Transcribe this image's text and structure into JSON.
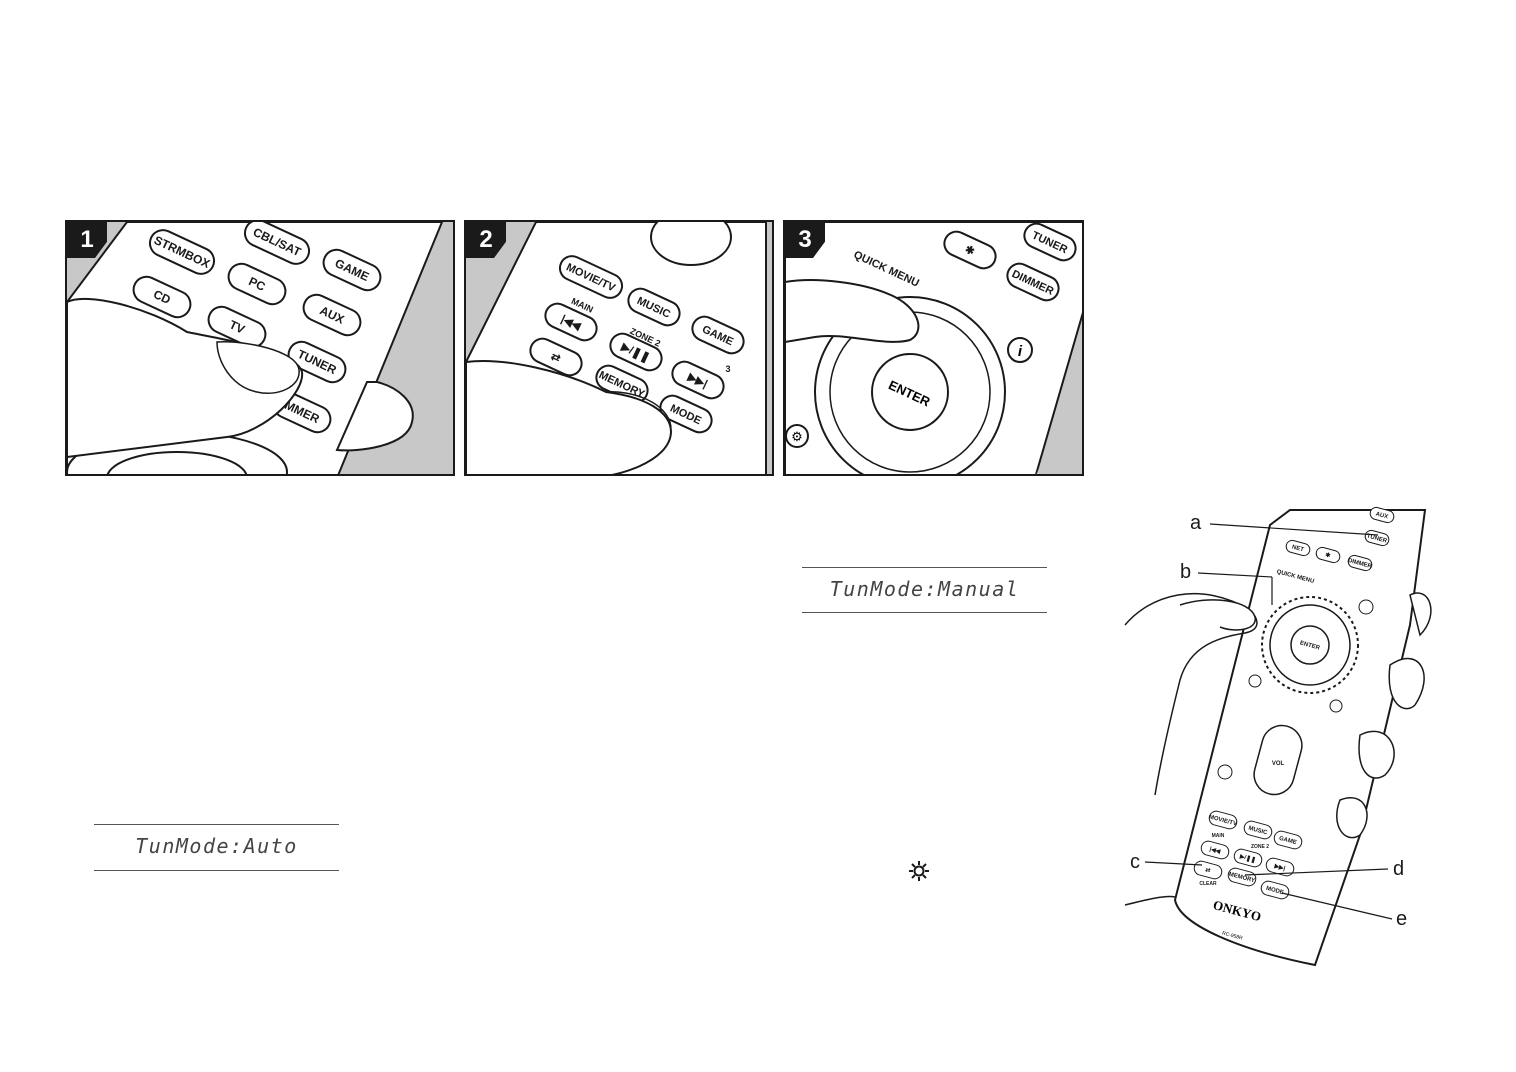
{
  "steps": [
    {
      "number": "1",
      "buttons": [
        "STRMBOX",
        "CBL/SAT",
        "GAME",
        "PC",
        "CD",
        "AUX",
        "TV",
        "TUNER",
        "MMER"
      ]
    },
    {
      "number": "2",
      "buttons": [
        "MOVIE/TV",
        "MUSIC",
        "GAME",
        "MAIN",
        "ZONE 2",
        "3",
        "MEMORY",
        "MODE"
      ]
    },
    {
      "number": "3",
      "buttons": [
        "TUNER",
        "QUICK MENU",
        "DIMMER",
        "ENTER"
      ]
    }
  ],
  "displays": {
    "manual": "TunMode:Manual",
    "auto": "TunMode:Auto"
  },
  "remote": {
    "brand": "ONKYO",
    "model": "RC-958R",
    "buttons": [
      "AUX",
      "TUNER",
      "NET",
      "DIMMER",
      "QUICK MENU",
      "ENTER",
      "VOL",
      "MOVIE/TV",
      "MUSIC",
      "GAME",
      "MAIN",
      "ZONE 2",
      "CLEAR",
      "MEMORY",
      "MODE"
    ],
    "callouts": [
      "a",
      "b",
      "c",
      "d",
      "e"
    ]
  },
  "icons": {
    "setup": "gear-icon"
  }
}
